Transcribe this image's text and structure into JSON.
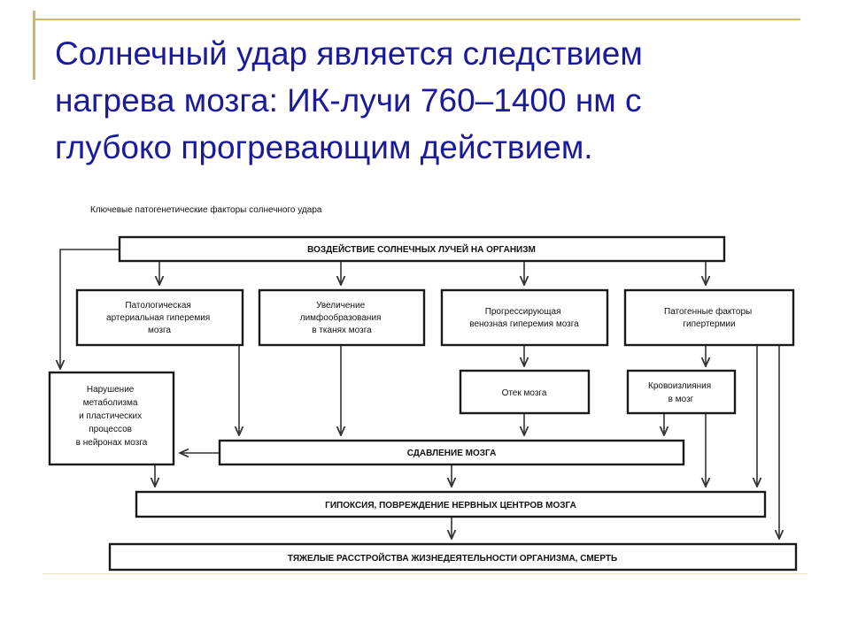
{
  "slide": {
    "title_lines": [
      "Солнечный удар является следствием",
      "нагрева мозга: ИК-лучи 760–1400 нм с",
      "глубоко прогревающим действием."
    ]
  },
  "diagram": {
    "caption": "Ключевые патогенетические факторы солнечного удара",
    "nodes": {
      "exposure": [
        "ВОЗДЕЙСТВИЕ СОЛНЕЧНЫХ ЛУЧЕЙ НА ОРГАНИЗМ"
      ],
      "arterial": [
        "Патологическая",
        "артериальная гиперемия",
        "мозга"
      ],
      "lymph": [
        "Увеличение",
        "лимфообразования",
        "в тканях мозга"
      ],
      "venous": [
        "Прогрессирующая",
        "венозная гиперемия мозга"
      ],
      "hyperthermia": [
        "Патогенные факторы",
        "гипертермии"
      ],
      "metabolism": [
        "Нарушение",
        "метаболизма",
        "и пластических",
        "процессов",
        "в нейронах мозга"
      ],
      "edema": [
        "Отек мозга"
      ],
      "hemorrhage": [
        "Кровоизлияния",
        "в мозг"
      ],
      "compression": [
        "СДАВЛЕНИЕ МОЗГА"
      ],
      "hypoxia": [
        "ГИПОКСИЯ, ПОВРЕЖДЕНИЕ НЕРВНЫХ ЦЕНТРОВ МОЗГА"
      ],
      "outcome": [
        "ТЯЖЕЛЫЕ РАССТРОЙСТВА ЖИЗНЕДЕЯТЕЛЬНОСТИ ОРГАНИЗМА, СМЕРТЬ"
      ]
    }
  }
}
